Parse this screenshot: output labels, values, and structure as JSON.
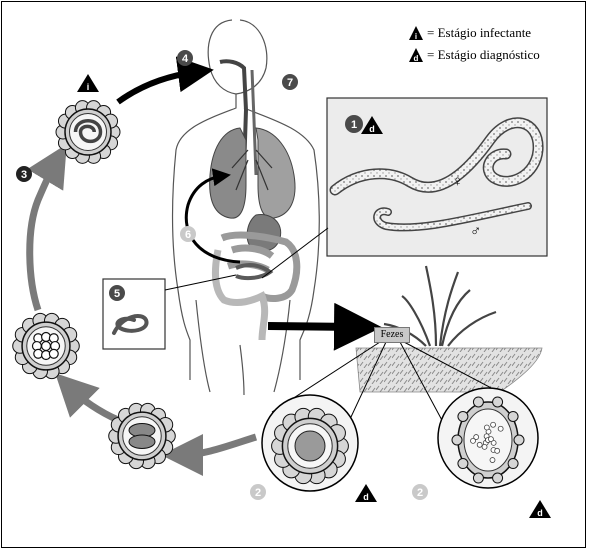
{
  "legend": {
    "infective_symbol": "i",
    "infective_label": "= Estágio infectante",
    "diagnostic_symbol": "d",
    "diagnostic_label": "= Estágio diagnóstico"
  },
  "labels": {
    "feces": "Fezes",
    "female_symbol": "♀",
    "male_symbol": "♂"
  },
  "steps": {
    "s1": "1",
    "s2a": "2",
    "s2b": "2",
    "s3": "3",
    "s4": "4",
    "s5": "5",
    "s6": "6",
    "s7": "7"
  },
  "colors": {
    "step_dark": "#4a4a4a",
    "step_light": "#c9c9c9",
    "arrow_dark": "#000000",
    "arrow_gray": "#7a7a7a",
    "body_outline": "#555555",
    "organ_fill": "#8a8a8a",
    "lung_fill": "#a8a8a8",
    "intestine_fill": "#b5b5b5",
    "panel_fill": "#e6e6e6",
    "soil_fill": "#d9d9d9"
  }
}
